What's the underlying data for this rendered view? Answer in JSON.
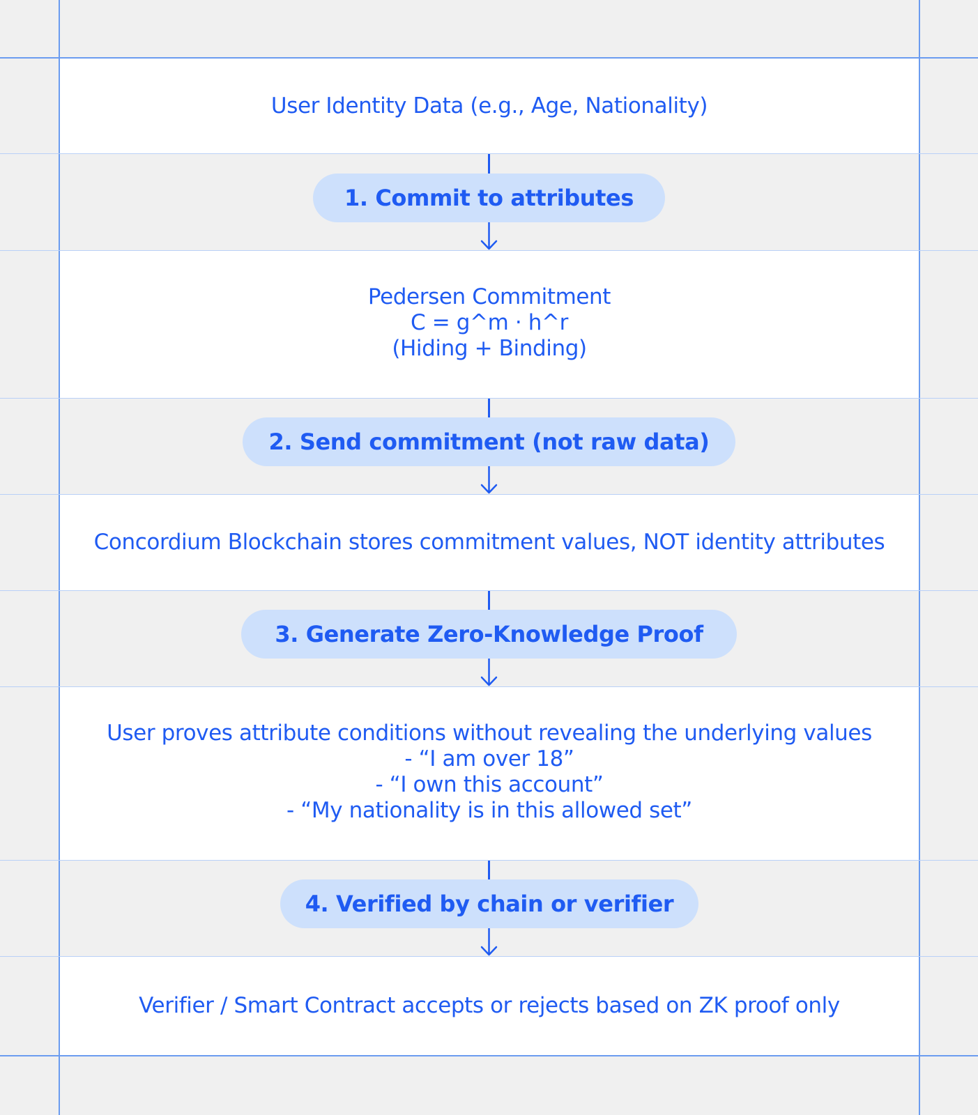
{
  "colors": {
    "background": "#f0f0f0",
    "band": "#ffffff",
    "accent": "#1f5bf2",
    "pill": "#cde0fc",
    "grid_line": "#6b9cf0",
    "grid_line_light": "#b9d0f7"
  },
  "nodes": {
    "identity_data": {
      "lines": [
        "User Identity Data (e.g., Age, Nationality)"
      ]
    },
    "pedersen": {
      "lines": [
        "Pedersen Commitment",
        "C = g^m · h^r",
        "(Hiding + Binding)"
      ]
    },
    "blockchain": {
      "lines": [
        "Concordium Blockchain stores commitment values, NOT identity attributes"
      ]
    },
    "zk_proof": {
      "lines": [
        "User proves attribute conditions without revealing the underlying values",
        "- “I am over 18”",
        "- “I own this account”",
        "- “My nationality is in this allowed set”"
      ]
    },
    "verifier": {
      "lines": [
        "Verifier / Smart Contract accepts or rejects based on ZK proof only"
      ]
    }
  },
  "steps": [
    {
      "label": "1. Commit to attributes"
    },
    {
      "label": "2. Send commitment (not raw data)"
    },
    {
      "label": "3. Generate Zero-Knowledge Proof"
    },
    {
      "label": "4. Verified by chain or verifier"
    }
  ],
  "icons": {
    "connector": "arrow-down-icon"
  }
}
